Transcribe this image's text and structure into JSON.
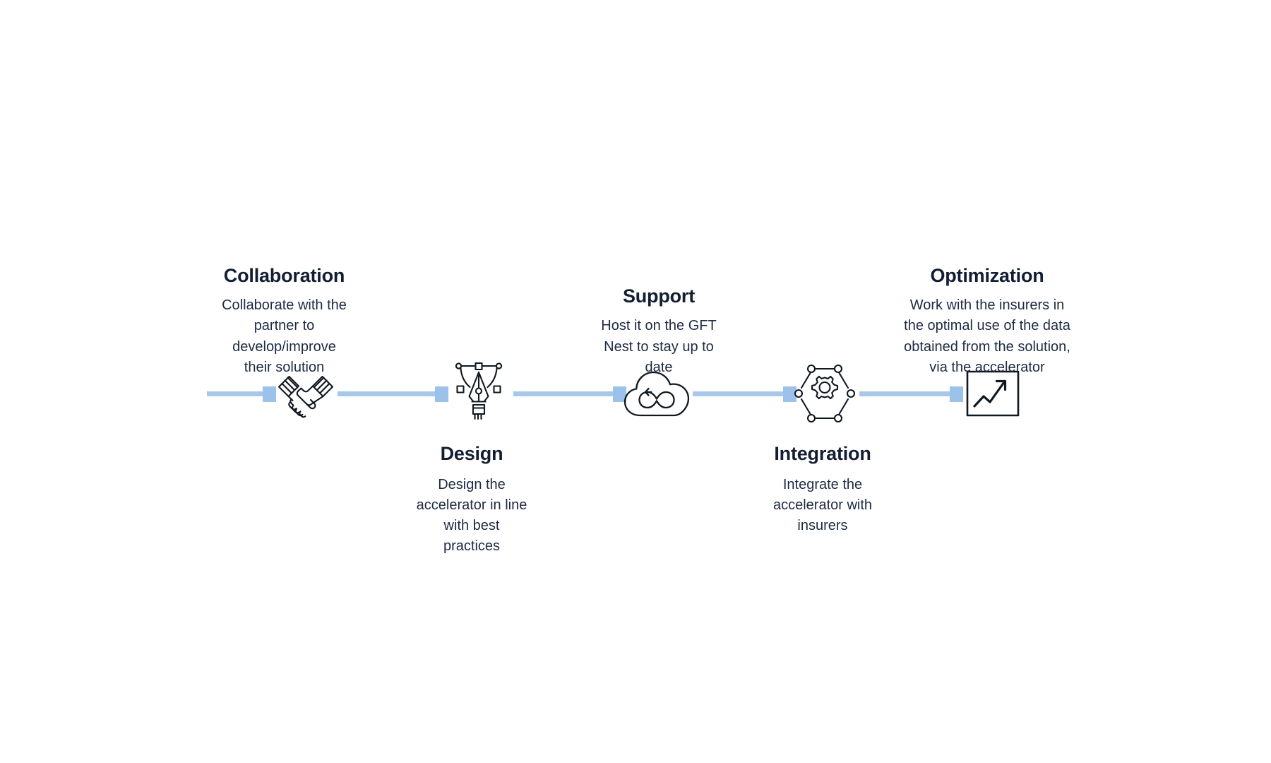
{
  "diagram": {
    "type": "process-timeline",
    "orientation": "horizontal",
    "step_count": 5,
    "colors": {
      "rail": "#a8c8ea",
      "marker": "#9cc1ea",
      "title_text": "#131e33",
      "body_text": "#1d2a42",
      "icon_stroke": "#101820",
      "background": "#ffffff"
    },
    "steps": [
      {
        "index": 1,
        "title": "Collaboration",
        "description": "Collaborate with the partner to develop/improve their solution",
        "icon": "handshake-icon",
        "label_position": "above"
      },
      {
        "index": 2,
        "title": "Design",
        "description": "Design the accelerator in line with best practices",
        "icon": "pen-nib-bezier-icon",
        "label_position": "below"
      },
      {
        "index": 3,
        "title": "Support",
        "description": "Host it on the GFT Nest to stay up to date",
        "icon": "cloud-infinity-icon",
        "label_position": "above"
      },
      {
        "index": 4,
        "title": "Integration",
        "description": "Integrate the accelerator with insurers",
        "icon": "gear-network-icon",
        "label_position": "below"
      },
      {
        "index": 5,
        "title": "Optimization",
        "description": "Work with the insurers in the optimal use of the data obtained from the solution, via the accelerator",
        "icon": "growth-chart-icon",
        "label_position": "above"
      }
    ]
  }
}
